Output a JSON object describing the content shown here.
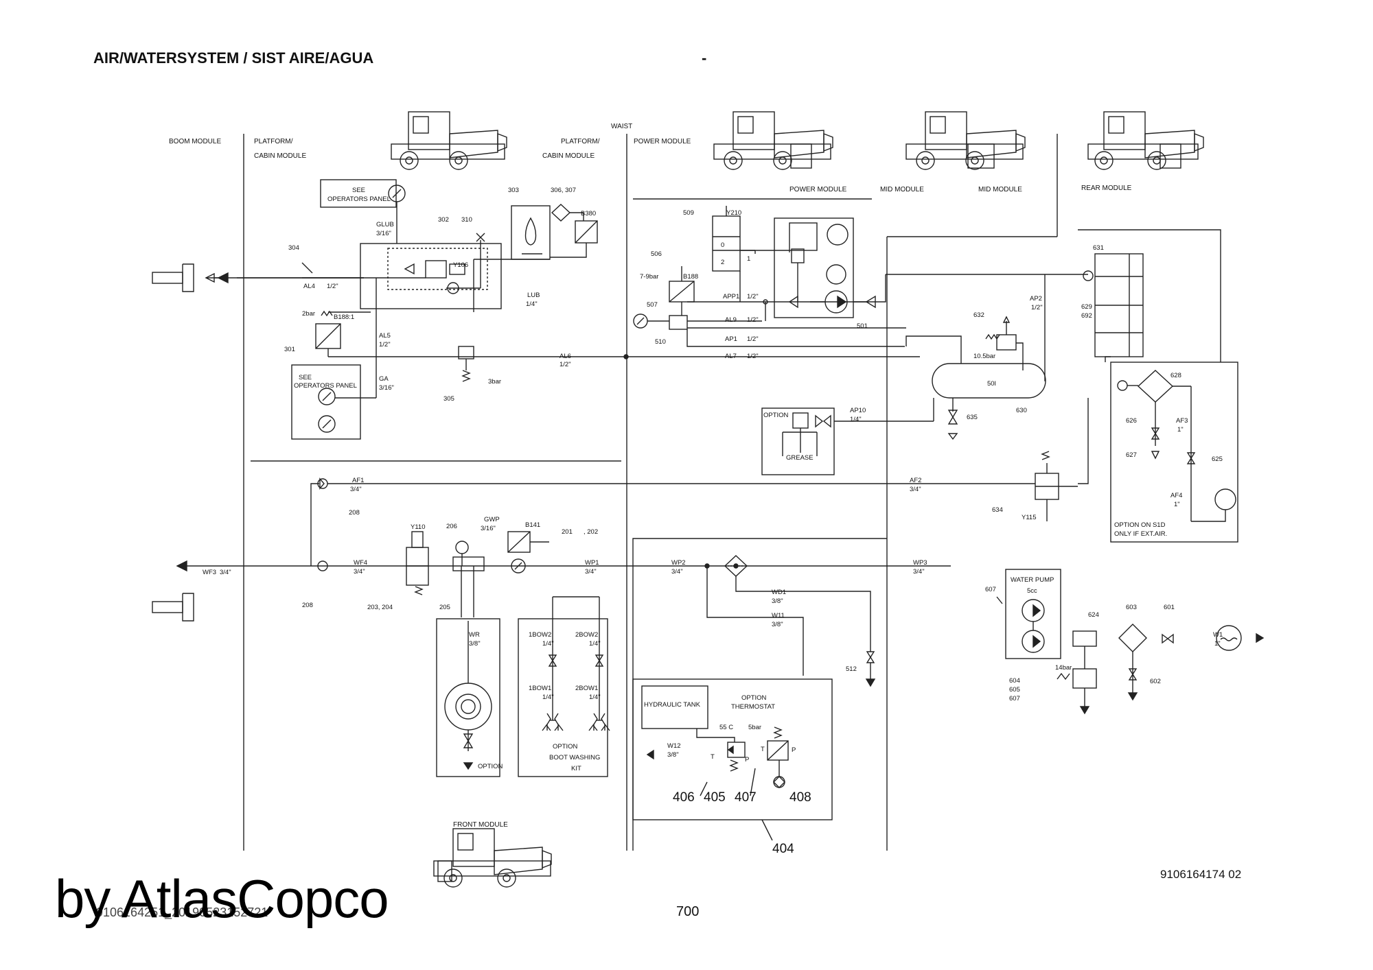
{
  "header": {
    "title": "AIR/WATERSYSTEM / SIST AIRE/AGUA",
    "dash": "-"
  },
  "modules": {
    "boom": "BOOM MODULE",
    "platform": "PLATFORM/",
    "cabin": "CABIN MODULE",
    "platform2": "PLATFORM/",
    "cabin2": "CABIN MODULE",
    "waist": "WAIST",
    "power_top": "POWER MODULE",
    "power": "POWER MODULE",
    "mid1": "MID MODULE",
    "mid2": "MID MODULE",
    "rear": "REAR MODULE",
    "front": "FRONT MODULE"
  },
  "labels": {
    "see_ops1_a": "SEE",
    "see_ops1_b": "OPERATORS PANEL",
    "see_ops2_a": "SEE",
    "see_ops2_b": "OPERATORS PANEL",
    "glub": "GLUB",
    "glub_size": "3/16\"",
    "c302": "302",
    "c310": "310",
    "c303": "303",
    "c306": "306, 307",
    "b380": "B380",
    "y106": "Y106",
    "c304": "304",
    "al4": "AL4",
    "al4_size": "1/2\"",
    "lub": "LUB",
    "lub_size": "1/4\"",
    "b1881": "B188:1",
    "bar2": "2bar",
    "c301": "301",
    "al5": "AL5",
    "al5_size": "1/2\"",
    "ga": "GA",
    "ga_size": "3/16\"",
    "c305": "305",
    "bar3": "3bar",
    "al6": "AL6",
    "al6_size": "1/2\"",
    "c509": "509",
    "y210": "Y210",
    "v0": "0",
    "v2": "2",
    "v1": "1",
    "c506": "506",
    "bar79": "7-9bar",
    "b188": "B188",
    "app1": "APP1",
    "app1_size": "1/2\"",
    "c507": "507",
    "c510": "510",
    "al9": "AL9",
    "al9_size": "1/2\"",
    "ap1": "AP1",
    "ap1_size": "1/2\"",
    "al7": "AL7",
    "al7_size": "1/2\"",
    "c501": "501",
    "ap2": "AP2",
    "ap2_size": "1/2\"",
    "c631": "631",
    "c629": "629",
    "c692": "692",
    "c632": "632",
    "bar105": "10.5bar",
    "l50": "50l",
    "c630": "630",
    "c635": "635",
    "option_g": "OPTION",
    "grease": "GREASE",
    "ap10": "AP10",
    "ap10_size": "1/4\"",
    "c628": "628",
    "c626": "626",
    "c627": "627",
    "af3": "AF3",
    "af3_size": "1\"",
    "c625": "625",
    "af4": "AF4",
    "af4_size": "1\"",
    "opt_s1d": "OPTION ON S1D",
    "only_ext": "ONLY IF EXT.AIR.",
    "af1": "AF1",
    "af1_size": "3/4\"",
    "c208a": "208",
    "af2": "AF2",
    "af2_size": "3/4\"",
    "c634": "634",
    "y115": "Y115",
    "y110": "Y110",
    "c206": "206",
    "gwp": "GWP",
    "gwp_size": "3/16\"",
    "b141": "B141",
    "c201": "201",
    "c202": ", 202",
    "wf3": "WF3",
    "wf3_size": "3/4\"",
    "wf4": "WF4",
    "wf4_size": "3/4\"",
    "wp1": "WP1",
    "wp1_size": "3/4\"",
    "wp2": "WP2",
    "wp2_size": "3/4\"",
    "wp3": "WP3",
    "wp3_size": "3/4\"",
    "c208b": "208",
    "c203": "203, 204",
    "c205": "205",
    "wd1": "WD1",
    "wd1_size": "3/8\"",
    "w11": "W11",
    "w11_size": "3/8\"",
    "c512": "512",
    "wr": "WR",
    "wr_size": "3/8\"",
    "option_wr": "OPTION",
    "bow2a": "1BOW2",
    "bow2a_size": "1/4\"",
    "bow2b": "2BOW2",
    "bow2b_size": "1/4\"",
    "bow1a": "1BOW1",
    "bow1a_size": "1/4\"",
    "bow1b": "2BOW1",
    "bow1b_size": "1/4\"",
    "opt_bw": "OPTION",
    "bw_kit1": "BOOT WASHING",
    "bw_kit2": "KIT",
    "hyd_tank": "HYDRAULIC TANK",
    "opt_th": "OPTION",
    "thermostat": "THERMOSTAT",
    "c55": "55 C",
    "bar5": "5bar",
    "w12": "W12",
    "w12_size": "3/8\"",
    "pt": "T",
    "pp": "P",
    "pt2": "T",
    "pp2": "P",
    "c406": "406",
    "c405": "405",
    "c407": "407",
    "c408": "408",
    "c404": "404",
    "c607": "607",
    "water_pump": "WATER PUMP",
    "cc5": "5cc",
    "c624": "624",
    "c603": "603",
    "c601": "601",
    "w1": "W1",
    "w1_size": "1\"",
    "bar14": "14bar",
    "c604": "604",
    "c605": "605",
    "c607b": "607",
    "c602": "602"
  },
  "footer": {
    "doc_number": "9106164174 02",
    "watermark": "by AtlasCopco",
    "page_code": "9106164251_20190523152721",
    "page": "700"
  }
}
